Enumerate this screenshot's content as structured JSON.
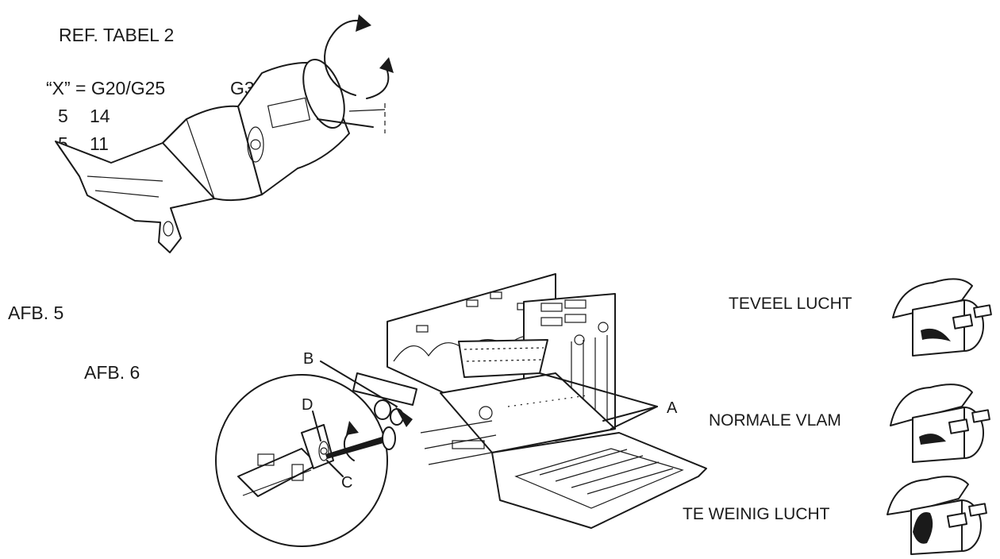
{
  "top": {
    "ref": "REF. TABEL 2",
    "x_label": "“X” = G20/G25",
    "x_col2": "G30",
    "row1": [
      "5",
      "14"
    ],
    "row2": [
      "5",
      "11"
    ]
  },
  "figures": {
    "afb5": "AFB. 5",
    "afb6": "AFB. 6"
  },
  "callouts": {
    "a": "A",
    "b": "B",
    "c": "C",
    "d": "D"
  },
  "flames": [
    {
      "label": "TEVEEL LUCHT"
    },
    {
      "label": "NORMALE VLAM"
    },
    {
      "label": "TE WEINIG LUCHT"
    }
  ],
  "icons": [
    "rotation-arrows-icon",
    "burner-nozzle-icon",
    "oven-cavity-icon",
    "magnifier-circle-icon",
    "flame-shape-icon"
  ]
}
